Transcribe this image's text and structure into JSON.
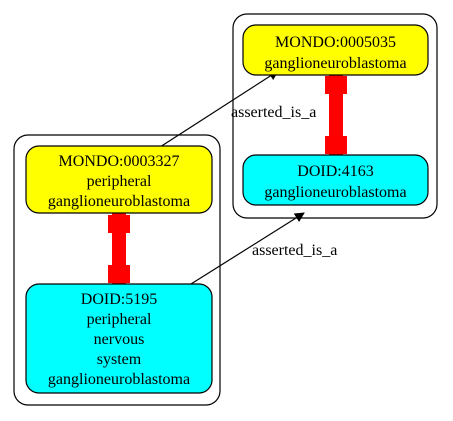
{
  "colors": {
    "background": "#ffffff",
    "mondo_node_fill": "#ffff00",
    "doid_node_fill": "#00ffff",
    "equivalence_edge": "#ff0000",
    "edge_stroke": "#000000",
    "cluster_stroke": "#000000"
  },
  "nodes": {
    "mondo_0005035": {
      "lines": [
        "MONDO:0005035",
        "ganglioneuroblastoma"
      ]
    },
    "doid_4163": {
      "lines": [
        "DOID:4163",
        "ganglioneuroblastoma"
      ]
    },
    "mondo_0003327": {
      "lines": [
        "MONDO:0003327",
        "peripheral",
        "ganglioneuroblastoma"
      ]
    },
    "doid_5195": {
      "lines": [
        "DOID:5195",
        "peripheral",
        "nervous",
        "system",
        "ganglioneuroblastoma"
      ]
    }
  },
  "edges": {
    "mondo_0003327_to_mondo_0005035": {
      "label": "asserted_is_a"
    },
    "doid_5195_to_doid_4163": {
      "label": "asserted_is_a"
    }
  }
}
